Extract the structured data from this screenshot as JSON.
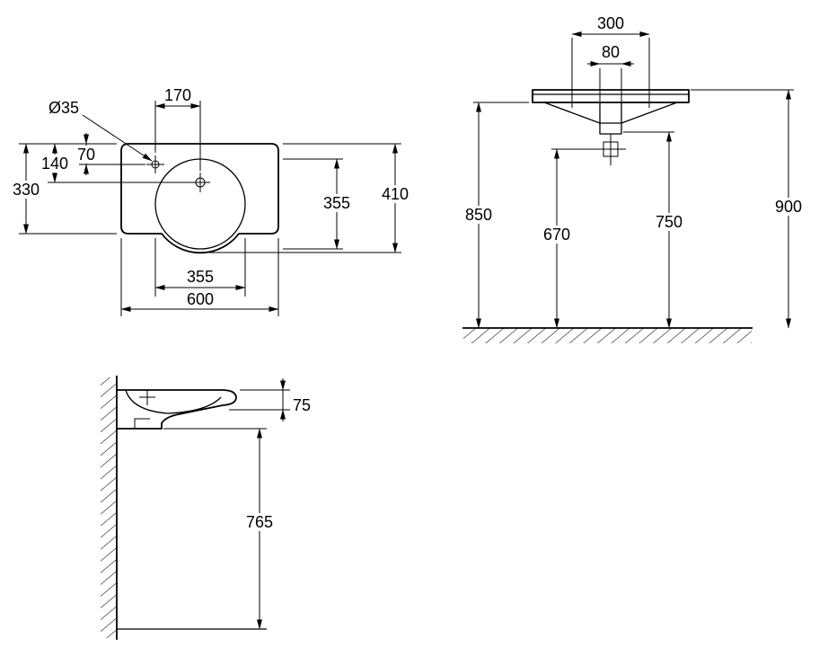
{
  "drawing": {
    "top_view": {
      "tap_diameter": "Ø35",
      "tap_to_center": "170",
      "edge_to_tap": "70",
      "edge_to_drain": "140",
      "edge_to_front": "330",
      "basin_depth": "355",
      "overall_depth": "410",
      "basin_width": "355",
      "overall_width": "600"
    },
    "front_view": {
      "fixing_centers": "300",
      "drain_width": "80",
      "underside_height": "850",
      "trap_height": "670",
      "outlet_height": "750",
      "rim_height": "900"
    },
    "side_view": {
      "front_edge_depth": "75",
      "clearance_height": "765"
    },
    "colors": {
      "line": "#000000",
      "background": "#ffffff"
    }
  }
}
